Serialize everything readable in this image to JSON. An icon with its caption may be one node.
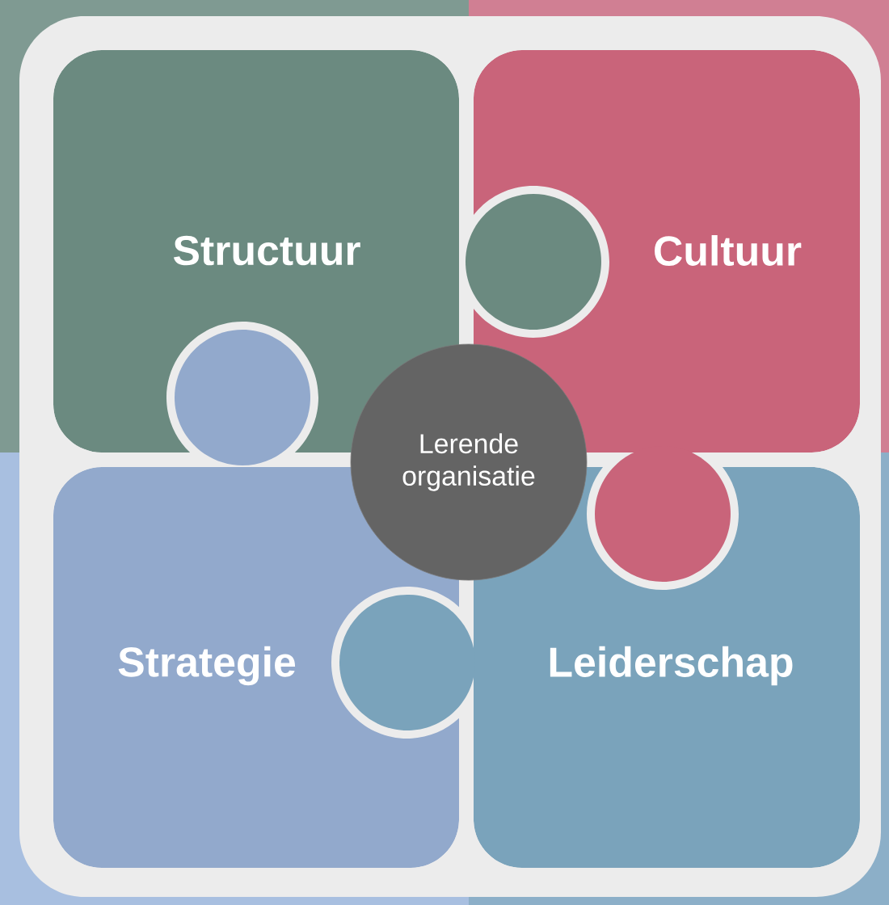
{
  "diagram": {
    "nodes": [
      {
        "text": [
          "Structuur"
        ]
      },
      {
        "text": [
          "Cultuur"
        ]
      },
      {
        "text": [
          "Strategie"
        ]
      },
      {
        "text": [
          "Leiderschap"
        ]
      },
      {
        "text": [
          "Lerende organisatie"
        ]
      }
    ]
  }
}
